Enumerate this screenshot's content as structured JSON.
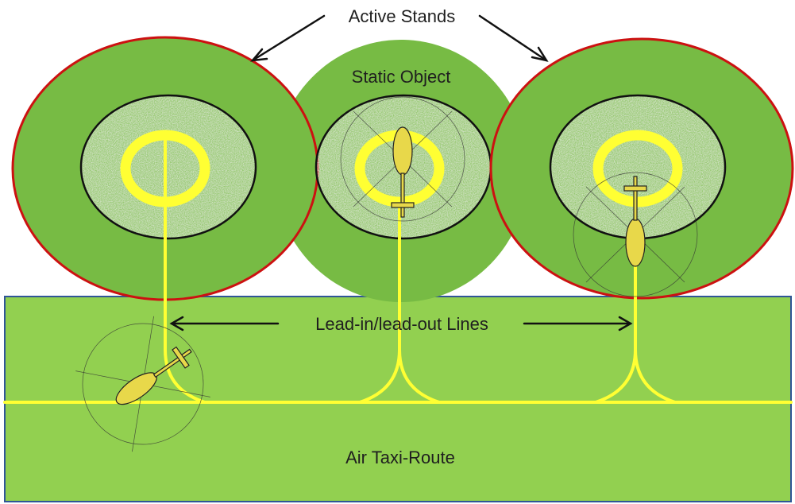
{
  "labels": {
    "active_stands": "Active Stands",
    "static_object": "Static Object",
    "lead_lines": "Lead-in/lead-out Lines",
    "taxi_route": "Air Taxi-Route"
  },
  "colors": {
    "route_green": "#92d050",
    "stand_green": "#77bb44",
    "stand_border": "#cc1111",
    "marking_yellow": "#ffff33",
    "surface_grey": "#e3e3e3",
    "inner_border": "#111111"
  },
  "icons": [
    "helicopter-icon"
  ]
}
